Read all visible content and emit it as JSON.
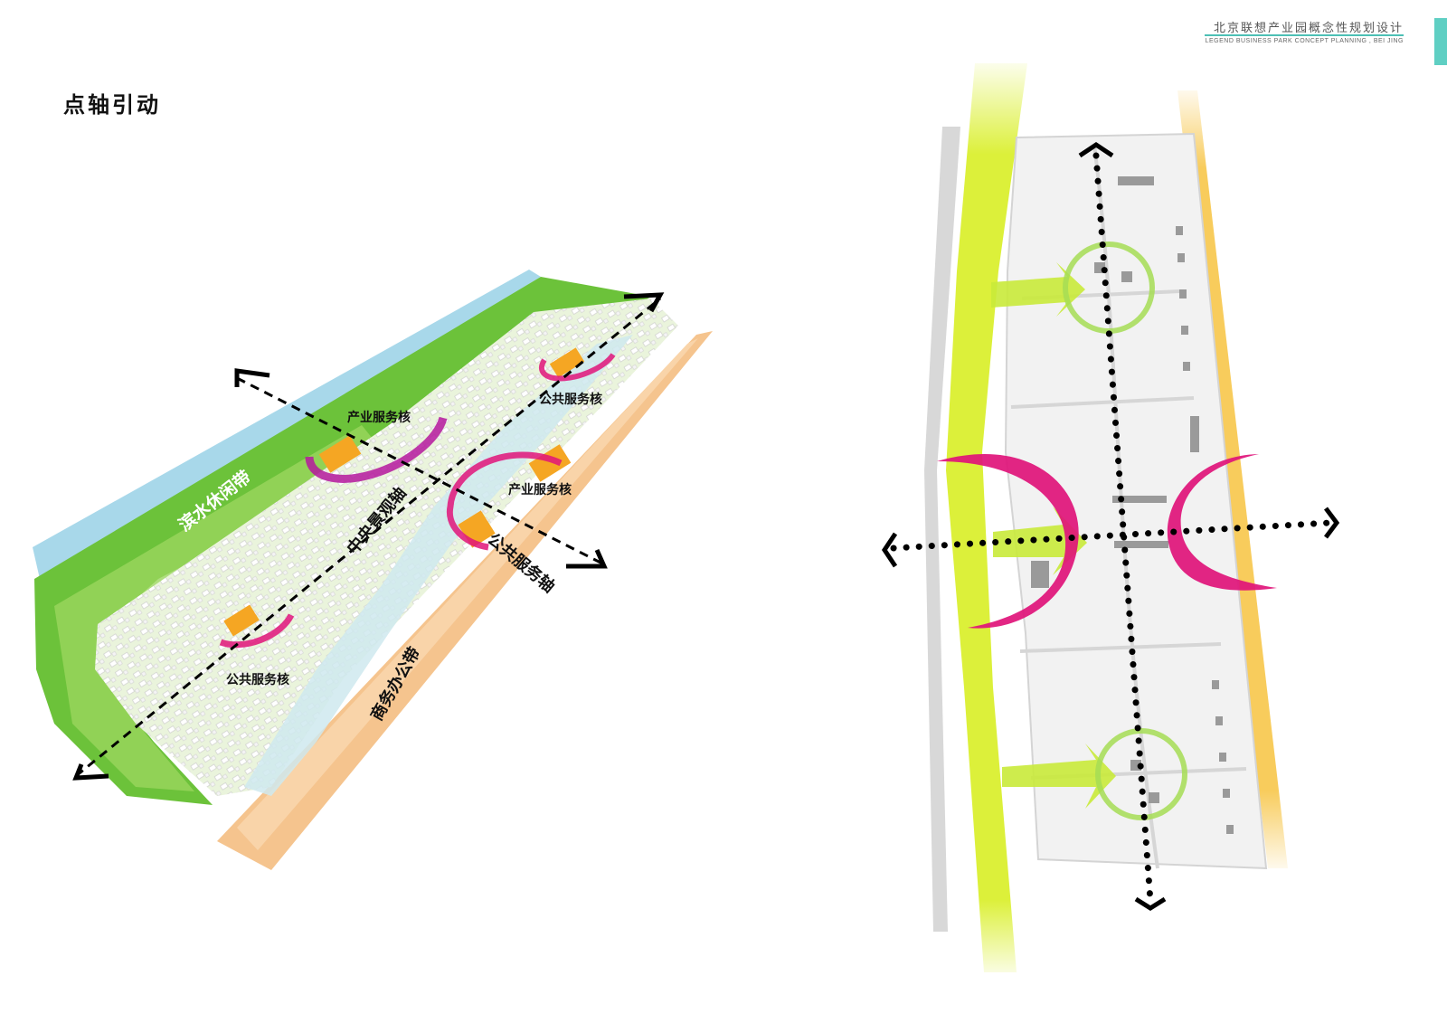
{
  "header": {
    "title_cn": "北京联想产业园概念性规划设计",
    "title_en": "LEGEND BUSINESS PARK CONCEPT PLANNING , BEI JING"
  },
  "page_title": "点轴引动",
  "left_map": {
    "zones": {
      "waterfront": "滨水休闲带",
      "business": "商务办公带"
    },
    "axes": {
      "central": "中央景观轴",
      "public": "公共服务轴"
    },
    "cores": {
      "public_top": "公共服务核",
      "industry_left": "产业服务核",
      "industry_mid": "产业服务核",
      "public_bottom": "公共服务核"
    }
  },
  "colors": {
    "river": "#a8d8ea",
    "green_band": "#6cc23a",
    "light_green": "#dff0c4",
    "business_band": "#f5c48e",
    "core_magenta": "#e0147a",
    "lime": "#dcf03a",
    "yellow": "#f7c64a",
    "ring_green": "#a6dd55"
  }
}
